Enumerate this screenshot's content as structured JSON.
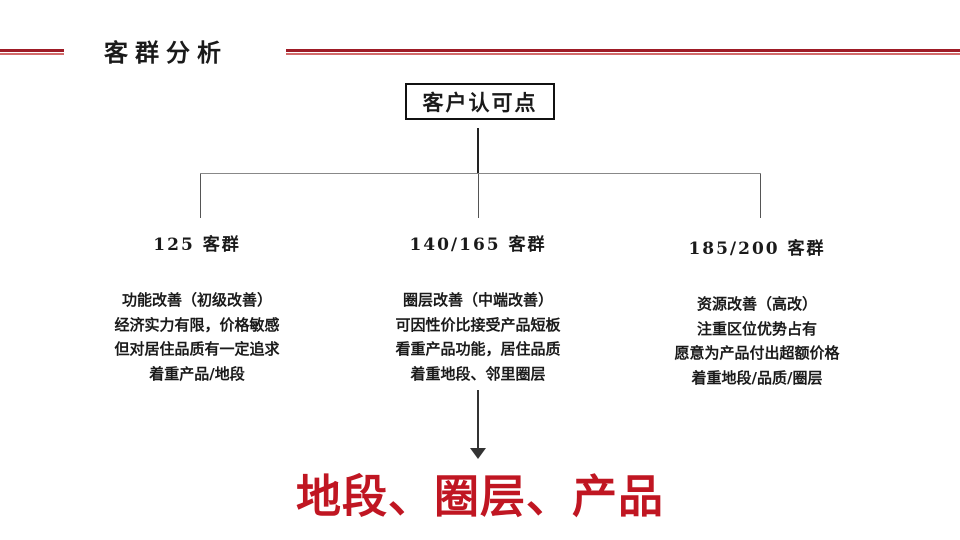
{
  "slide": {
    "title": "客群分析",
    "root_box": "客户认可点",
    "groups": [
      {
        "header": "125 客群",
        "lines": [
          "功能改善（初级改善）",
          "经济实力有限，价格敏感",
          "但对居住品质有一定追求",
          "着重产品/地段"
        ]
      },
      {
        "header": "140/165 客群",
        "lines": [
          "圈层改善（中端改善）",
          "可因性价比接受产品短板",
          "看重产品功能，居住品质",
          "着重地段、邻里圈层"
        ]
      },
      {
        "header": "185/200 客群",
        "lines": [
          "资源改善（高改）",
          "注重区位优势占有",
          "愿意为产品付出超额价格",
          "着重地段/品质/圈层"
        ]
      }
    ],
    "conclusion": "地段、圈层、产品",
    "colors": {
      "accent_dark_red": "#9E1B26",
      "accent_light_red": "#D16A6A",
      "conclusion_red": "#C01622",
      "connector_gray": "#555555",
      "text_black": "#1a1a1a"
    }
  }
}
